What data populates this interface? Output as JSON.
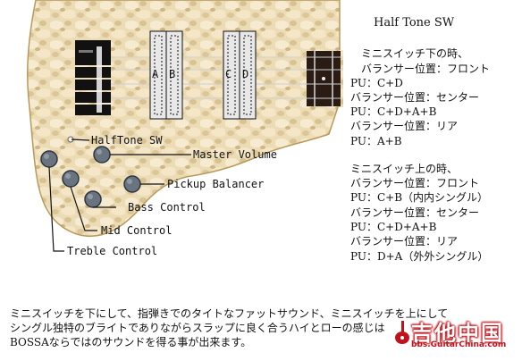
{
  "guitar_diagram": {
    "pickup_letters": {
      "front_left": "A",
      "front_right": "B",
      "rear_left": "C",
      "rear_right": "D"
    },
    "labels": {
      "halftone_sw": "HalfTone SW",
      "master_volume": "Master Volume",
      "pickup_balancer": "Pickup Balancer",
      "bass_control": "Bass Control",
      "mid_control": "Mid Control",
      "treble_control": "Treble Control"
    },
    "colors": {
      "wood": "#e9d8b0",
      "wood_dark": "#c9ae78",
      "pickguard_line": "#b89a5c",
      "pickup": "#111111",
      "knob": "#6a7480"
    }
  },
  "notes": {
    "title": "Half Tone SW",
    "switch_down": {
      "heading": "ミニスイッチ下の時、",
      "lines": [
        "バランサー位置：フロント",
        "PU：C+D",
        "バランサー位置：センター",
        "PU：C+D+A+B",
        "バランサー位置：リア",
        "PU：A+B"
      ]
    },
    "switch_up": {
      "heading": "ミニスイッチ上の時、",
      "lines": [
        "バランサー位置：フロント",
        "PU：C+B（内内シングル）",
        "バランサー位置：センター",
        "PU：C+D+A+B",
        "バランサー位置：リア",
        "PU：D+A（外外シングル）"
      ]
    }
  },
  "footer": {
    "lines": [
      "ミニスイッチを下にして、指弾きでのタイトなファットサウンド、ミニスイッチを上にして",
      "シングル独特のブライトでありながらスラップに良く合うハイとローの感じは",
      "BOSSAならではのサウンドを得る事が出来ます。"
    ]
  },
  "watermark": {
    "main": "吉他中国",
    "sub": "bbs.GuitarChina.com"
  }
}
